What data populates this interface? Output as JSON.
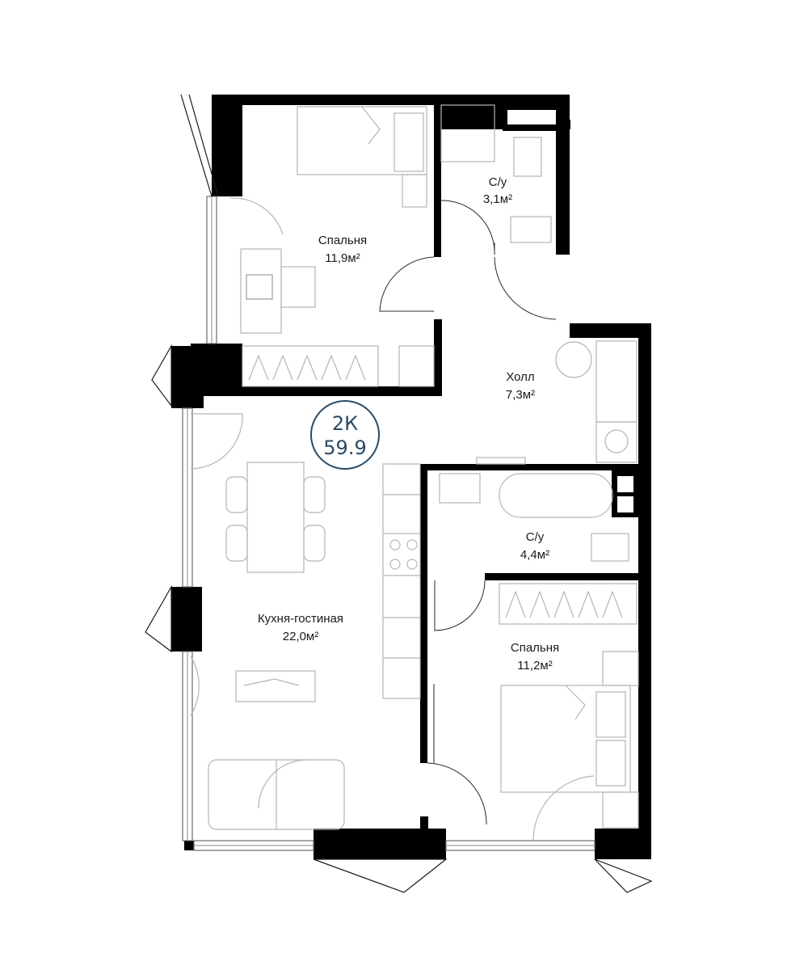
{
  "badge": {
    "rooms": "2К",
    "area": "59.9",
    "color": "#2b4a66"
  },
  "rooms": [
    {
      "id": "bedroom-1",
      "name": "Спальня",
      "area": "11,9м²"
    },
    {
      "id": "bathroom-1",
      "name": "С/у",
      "area": "3,1м²"
    },
    {
      "id": "hall",
      "name": "Холл",
      "area": "7,3м²"
    },
    {
      "id": "kitchen-living",
      "name": "Кухня-гостиная",
      "area": "22,0м²"
    },
    {
      "id": "bathroom-2",
      "name": "С/у",
      "area": "4,4м²"
    },
    {
      "id": "bedroom-2",
      "name": "Спальня",
      "area": "11,2м²"
    }
  ],
  "colors": {
    "wall": "#000000",
    "furniture": "#b5b5b5",
    "badge": "#2b4a66"
  }
}
